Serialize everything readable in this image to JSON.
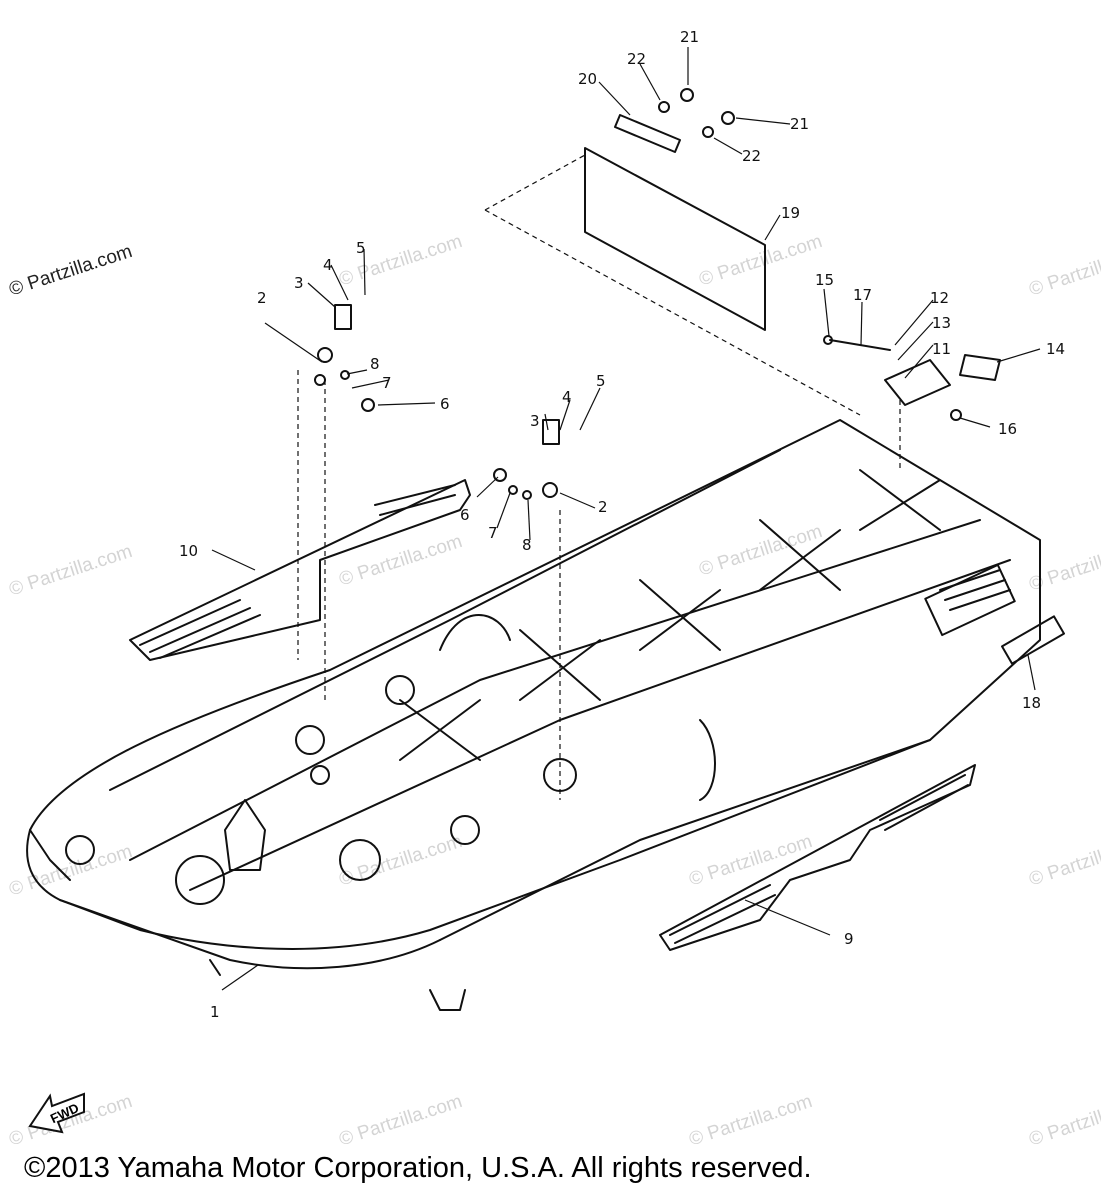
{
  "diagram": {
    "watermark_text": "© Partzilla.com",
    "copyright": "©2013  Yamaha Motor Corporation, U.S.A. All rights reserved.",
    "fwd_label": "FWD",
    "callouts": [
      "1",
      "2",
      "3",
      "4",
      "5",
      "6",
      "7",
      "8",
      "9",
      "10",
      "11",
      "12",
      "13",
      "14",
      "15",
      "16",
      "17",
      "18",
      "19",
      "20",
      "21",
      "22"
    ]
  }
}
